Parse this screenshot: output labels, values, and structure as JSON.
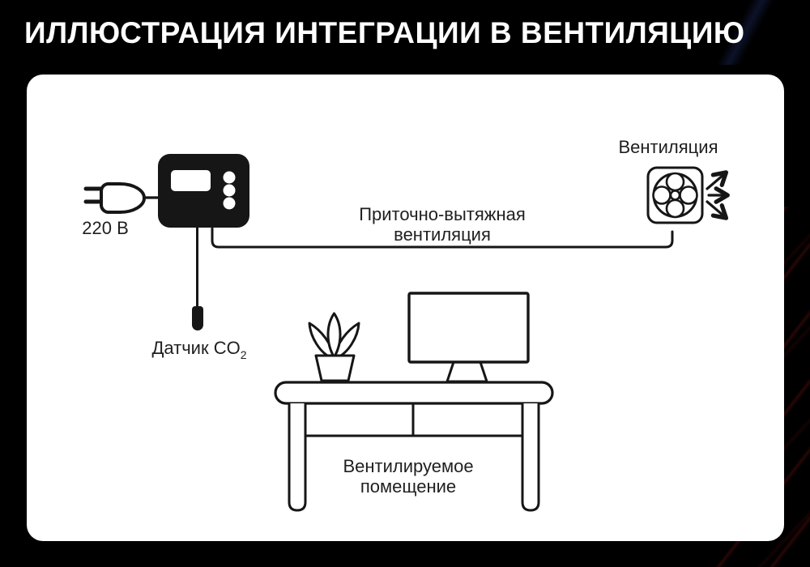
{
  "header": {
    "title": "ИЛЛЮСТРАЦИЯ ИНТЕГРАЦИИ В ВЕНТИЛЯЦИЮ"
  },
  "diagram": {
    "power": {
      "label": "220 В"
    },
    "sensor": {
      "label": "Датчик CO",
      "label_subscript": "2"
    },
    "duct": {
      "label_line1": "Приточно-вытяжная",
      "label_line2": "вентиляция"
    },
    "fan": {
      "label": "Вентиляция"
    },
    "room": {
      "label_line1": "Вентилируемое",
      "label_line2": "помещение"
    }
  },
  "icons": {
    "plug": "plug-icon",
    "controller": "co2-controller-icon",
    "sensor": "co2-sensor-icon",
    "fan": "fan-icon",
    "airflow": "airflow-arrows-icon",
    "plant": "plant-icon",
    "monitor": "monitor-icon",
    "desk": "desk-icon"
  },
  "colors": {
    "background": "#000000",
    "card_background": "#ffffff",
    "ink": "#161616",
    "title_text": "#ffffff",
    "streak_red": "#8c1814",
    "streak_blue": "#2c4096"
  }
}
